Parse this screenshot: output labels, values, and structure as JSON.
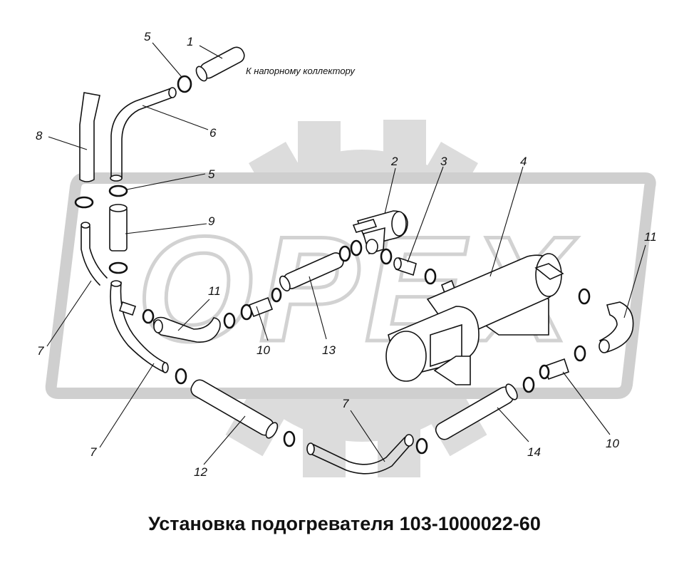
{
  "caption": "Установка подогревателя 103-1000022-60",
  "note": "К напорному коллектору",
  "watermark": "OPEX",
  "colors": {
    "watermark": "#d9d9d9",
    "line": "#111111"
  },
  "labels": {
    "p1": "1",
    "p2": "2",
    "p3": "3",
    "p4": "4",
    "p5a": "5",
    "p5b": "5",
    "p6": "6",
    "p7a": "7",
    "p7b": "7",
    "p7c": "7",
    "p8": "8",
    "p9": "9",
    "p10a": "10",
    "p10b": "10",
    "p11a": "11",
    "p11b": "11",
    "p12": "12",
    "p13": "13",
    "p14": "14"
  }
}
